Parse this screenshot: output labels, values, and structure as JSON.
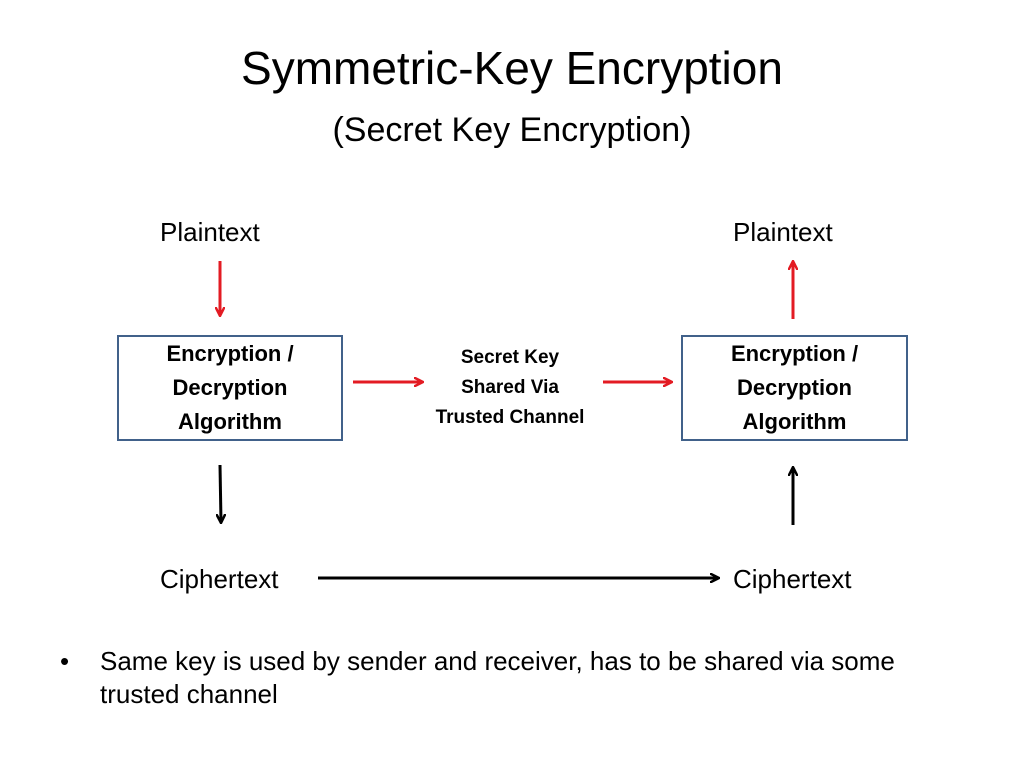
{
  "slide": {
    "title": "Symmetric-Key Encryption",
    "subtitle": "(Secret Key Encryption)"
  },
  "diagram": {
    "sender": {
      "plaintext": "Plaintext",
      "algorithm": "Encryption /\nDecryption\nAlgorithm",
      "ciphertext": "Ciphertext"
    },
    "receiver": {
      "plaintext": "Plaintext",
      "algorithm": "Encryption /\nDecryption\nAlgorithm",
      "ciphertext": "Ciphertext"
    },
    "key_channel": "Secret Key\nShared Via\nTrusted Channel"
  },
  "bullets": [
    "Same key is used by sender and receiver, has to be shared via some trusted channel"
  ],
  "colors": {
    "key_arrows": "#e31b23",
    "data_arrows": "#000000",
    "box_border": "#41618a"
  }
}
